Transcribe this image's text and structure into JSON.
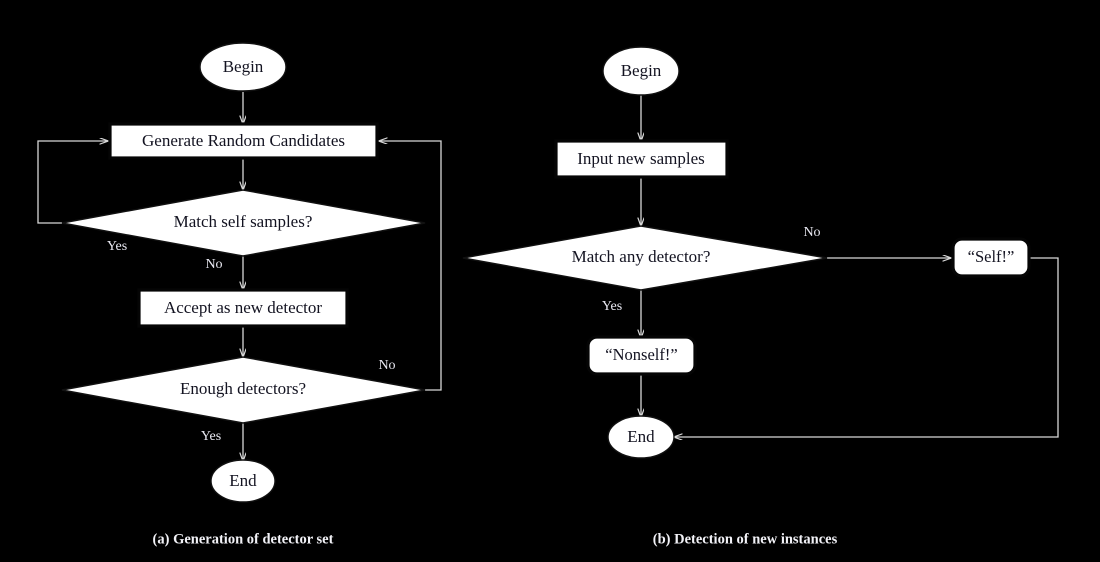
{
  "figure": {
    "background_color": "#000000",
    "node_fill": "#ffffff",
    "node_border": "#050505",
    "connector_color": "#d8d8d8",
    "label_color": "#e9e9f2"
  },
  "panels": [
    {
      "id": "a",
      "caption": "(a) Generation of detector set",
      "nodes": {
        "begin": "Begin",
        "generate": "Generate Random Candidates",
        "match_self": "Match self samples?",
        "accept": "Accept as new detector",
        "enough": "Enough detectors?",
        "end": "End"
      },
      "edge_labels": {
        "match_self_yes": "Yes",
        "match_self_no": "No",
        "enough_no": "No",
        "enough_yes": "Yes"
      }
    },
    {
      "id": "b",
      "caption": "(b) Detection of new instances",
      "nodes": {
        "begin": "Begin",
        "input": "Input new samples",
        "match_any": "Match any detector?",
        "self": "“Self!”",
        "nonself": "“Nonself!”",
        "end": "End"
      },
      "edge_labels": {
        "match_any_no": "No",
        "match_any_yes": "Yes"
      }
    }
  ]
}
